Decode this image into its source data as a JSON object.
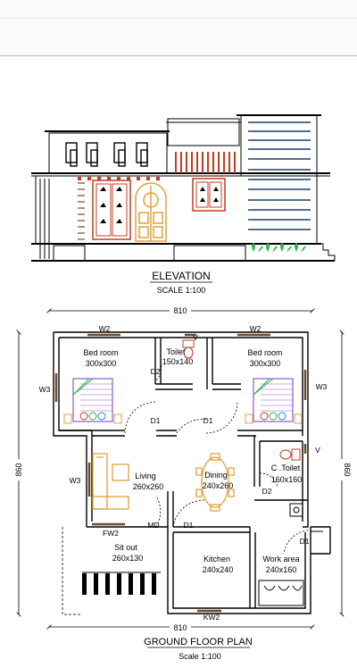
{
  "elevation": {
    "title": "ELEVATION",
    "scale": "SCALE 1:100"
  },
  "plan": {
    "title": "GROUND FLOOR PLAN",
    "scale": "Scale 1:100",
    "dimensions": {
      "top_width": "810",
      "bottom_width": "810",
      "left_height": "860",
      "right_height": "860"
    },
    "rooms": {
      "bed1_name": "Bed room",
      "bed1_size": "300x300",
      "bed2_name": "Bed room",
      "bed2_size": "300x300",
      "toilet_name": "Toilet",
      "toilet_size": "150x140",
      "living_name": "Living",
      "living_size": "260x260",
      "dining_name": "Dining",
      "dining_size": "240x260",
      "ctoilet_name": "C .Toilet",
      "ctoilet_size": "160x160",
      "sitout_name": "Sit out",
      "sitout_size": "260x130",
      "kitchen_name": "Kitchen",
      "kitchen_size": "240x240",
      "work_name": "Work area",
      "work_size": "240x160"
    },
    "openings": {
      "w2_a": "W2",
      "w2_b": "W2",
      "v_a": "V",
      "v_b": "V",
      "w3_a": "W3",
      "w3_b": "W3",
      "w3_c": "W3",
      "d1_a": "D1",
      "d1_b": "D1",
      "d1_c": "D1",
      "d1_d": "D1",
      "d2_a": "D2",
      "d2_b": "D2",
      "fw2": "FW2",
      "md": "MD",
      "kw2": "KW2"
    }
  },
  "colors": {
    "line": "#000000",
    "brick": "#c43c1e",
    "door_gold": "#e0a23a",
    "bed_purple": "#8a5cc4",
    "plant_green": "#2fb34a",
    "stripe_blue": "#1f3d6e",
    "window_brown": "#6e4a2a"
  }
}
